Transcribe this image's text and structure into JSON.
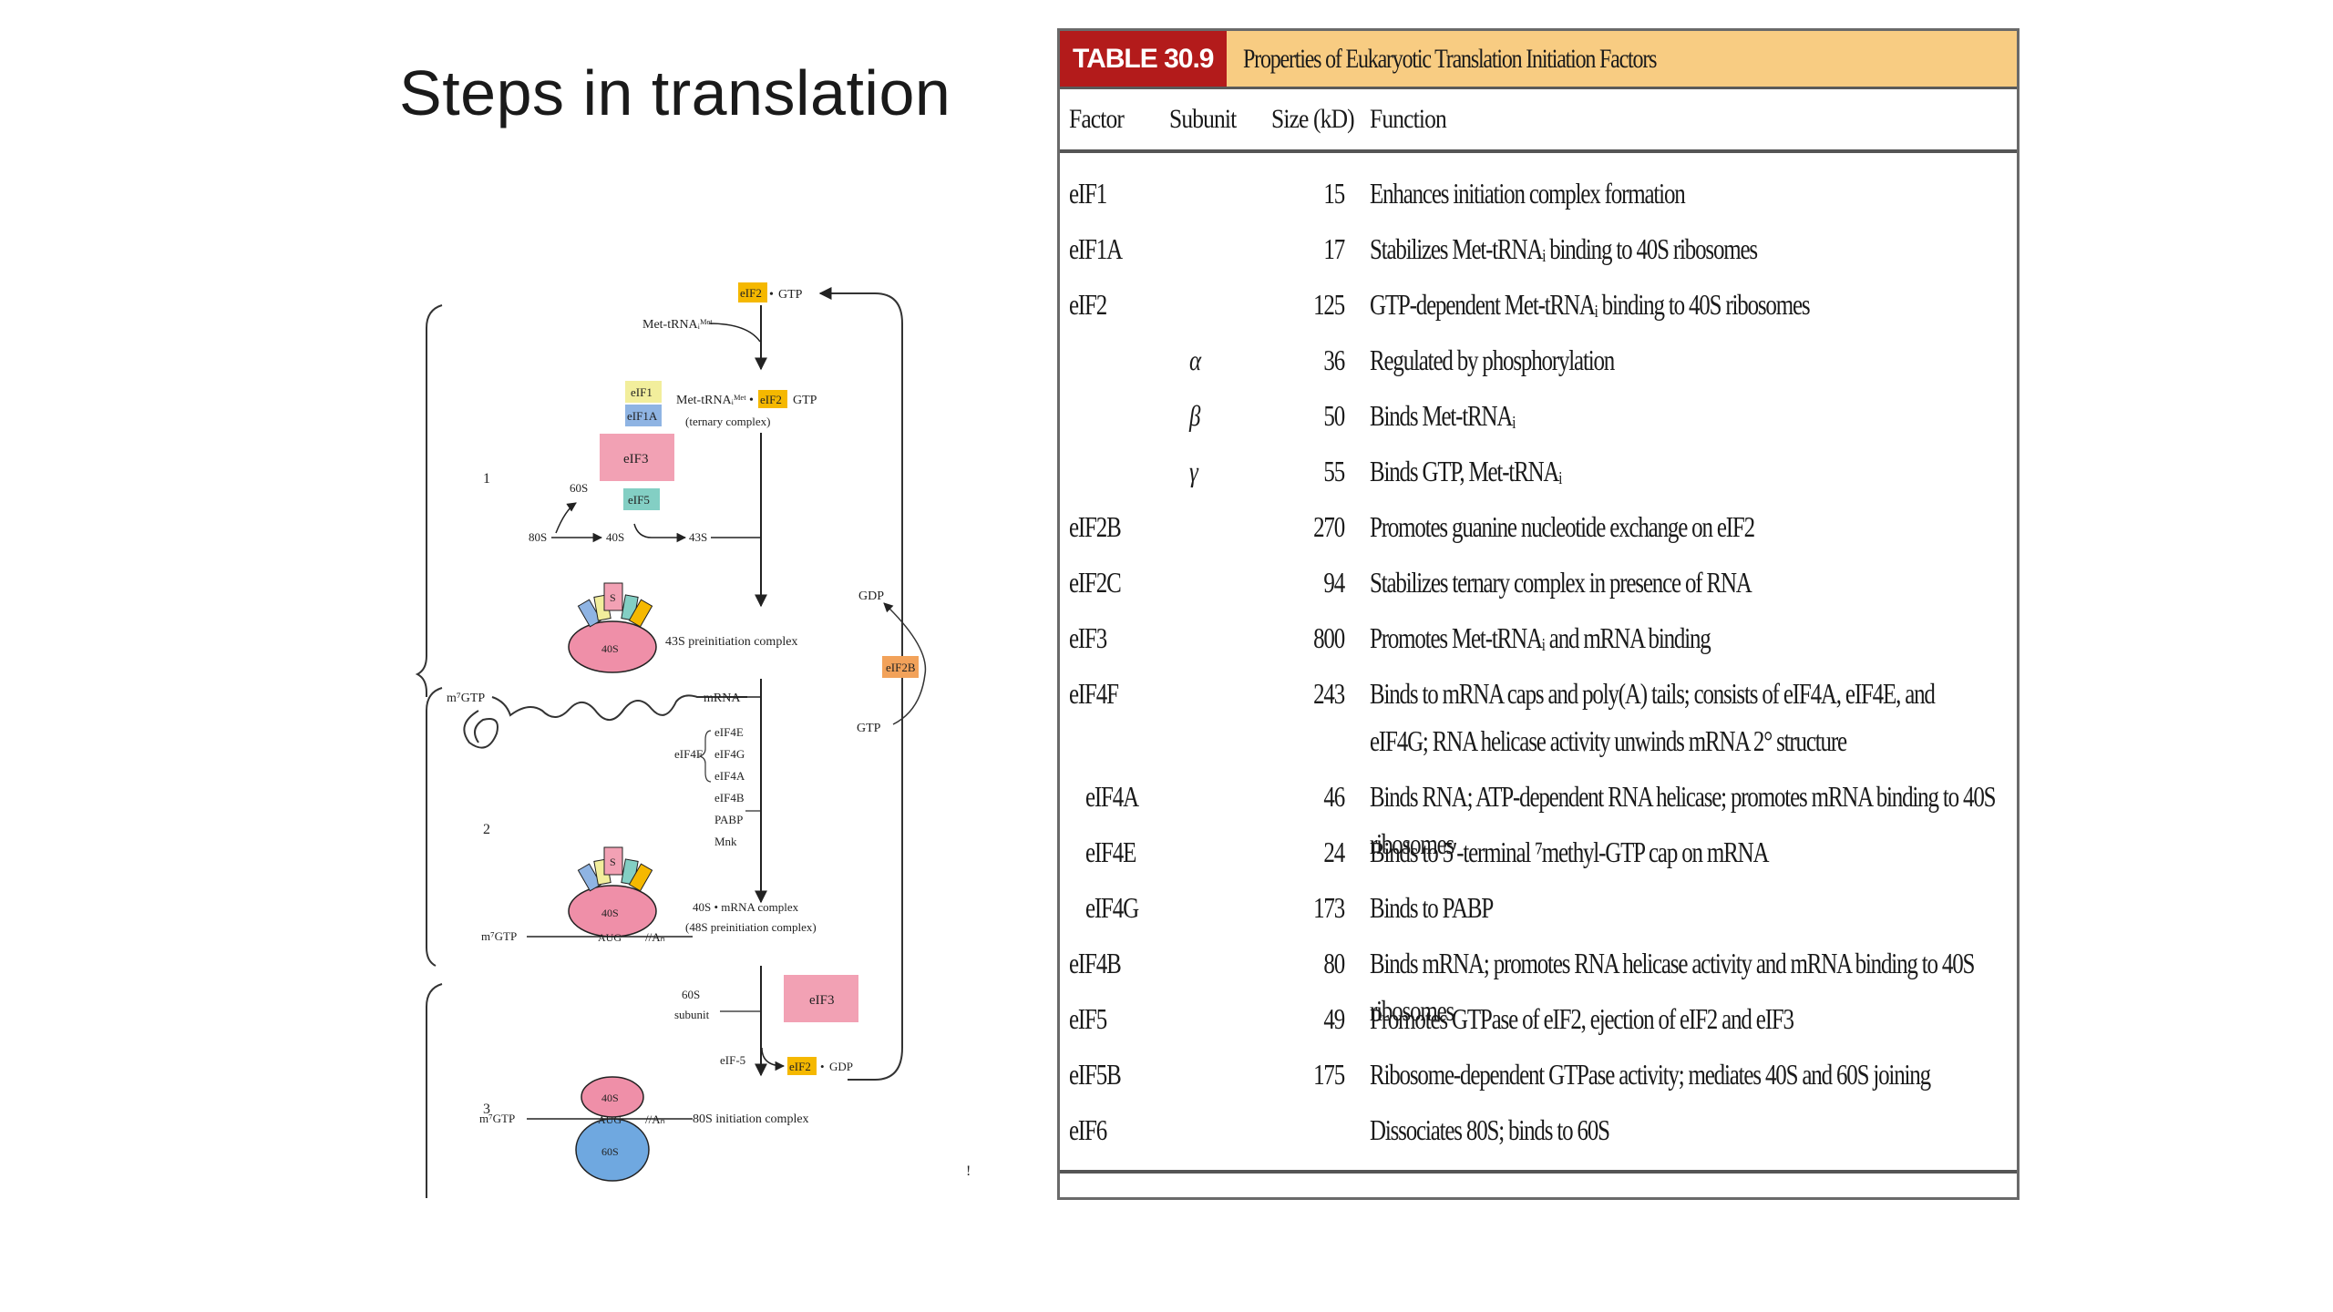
{
  "slide": {
    "title": "Steps in translation"
  },
  "diagram": {
    "labels": {
      "eif2": "eIF2",
      "gtp": "GTP",
      "gdp": "GDP",
      "met_trna": "Met-tRNAᵢᴹᵉᵗ",
      "ternary_met": "Met-tRNAᵢᴹᵉᵗ",
      "ternary_note": "(ternary complex)",
      "eif1": "eIF1",
      "eif1a": "eIF1A",
      "eif3": "eIF3",
      "eif5": "eIF5",
      "eif5_dash": "eIF-5",
      "s60": "60S",
      "s80": "80S",
      "s40": "40S",
      "s43": "43S",
      "preinit_43s": "43S preinitiation complex",
      "cap": "m⁷GTP",
      "mrna": "mRNA",
      "eif4f": "eIF4F",
      "eif4e": "eIF4E",
      "eif4g": "eIF4G",
      "eif4a": "eIF4A",
      "eif4b": "eIF4B",
      "pabp": "PABP",
      "mnk": "Mnk",
      "complex_48s_a": "40S • mRNA complex",
      "complex_48s_b": "(48S preinitiation complex)",
      "aug": "AUG",
      "polya": "//Aₙ",
      "sub60s_a": "60S",
      "sub60s_b": "subunit",
      "complex_80s": "80S initiation complex",
      "eif2b": "eIF2B",
      "step1": "1",
      "step2": "2",
      "step3": "3",
      "s": "S",
      "tick": "!"
    },
    "colors": {
      "eif2": "#f5b800",
      "eif1": "#f2ee9c",
      "eif1a": "#8fb4e3",
      "eif3": "#f2a1b4",
      "eif5": "#83cfc4",
      "eif2b": "#f2a25a",
      "ribosome_40s": "#ef8fa8",
      "ribosome_60s": "#6fa8e0"
    }
  },
  "table": {
    "number": "TABLE 30.9",
    "title": "Properties of Eukaryotic Translation Initiation Factors",
    "headers": {
      "factor": "Factor",
      "subunit": "Subunit",
      "size": "Size (kD)",
      "function": "Function"
    },
    "rows": [
      {
        "factor": "eIF1",
        "subunit": "",
        "size": "15",
        "function": "Enhances initiation complex formation"
      },
      {
        "factor": "eIF1A",
        "subunit": "",
        "size": "17",
        "function": "Stabilizes Met-tRNAᵢ binding to 40S ribosomes"
      },
      {
        "factor": "eIF2",
        "subunit": "",
        "size": "125",
        "function": "GTP-dependent Met-tRNAᵢ binding to 40S ribosomes"
      },
      {
        "factor": "",
        "subunit": "α",
        "size": "36",
        "function": "Regulated by phosphorylation"
      },
      {
        "factor": "",
        "subunit": "β",
        "size": "50",
        "function": "Binds Met-tRNAᵢ"
      },
      {
        "factor": "",
        "subunit": "γ",
        "size": "55",
        "function": "Binds GTP, Met-tRNAᵢ"
      },
      {
        "factor": "eIF2B",
        "subunit": "",
        "size": "270",
        "function": "Promotes guanine nucleotide exchange on eIF2"
      },
      {
        "factor": "eIF2C",
        "subunit": "",
        "size": "94",
        "function": "Stabilizes ternary complex in presence of RNA"
      },
      {
        "factor": "eIF3",
        "subunit": "",
        "size": "800",
        "function": "Promotes Met-tRNAᵢ and mRNA binding"
      },
      {
        "factor": "eIF4F",
        "subunit": "",
        "size": "243",
        "function": "Binds to mRNA caps and poly(A) tails; consists of eIF4A, eIF4E, and eIF4G; RNA helicase activity unwinds mRNA 2° structure"
      },
      {
        "factor": "eIF4A",
        "subunit": "",
        "size": "46",
        "function": "Binds RNA; ATP-dependent RNA helicase; promotes mRNA binding to 40S ribosomes",
        "indent": true
      },
      {
        "factor": "eIF4E",
        "subunit": "",
        "size": "24",
        "function": "Binds to 5′-terminal ⁷methyl-GTP cap on mRNA",
        "indent": true
      },
      {
        "factor": "eIF4G",
        "subunit": "",
        "size": "173",
        "function": "Binds to PABP",
        "indent": true
      },
      {
        "factor": "eIF4B",
        "subunit": "",
        "size": "80",
        "function": "Binds mRNA; promotes RNA helicase activity and mRNA binding to 40S ribosomes"
      },
      {
        "factor": "eIF5",
        "subunit": "",
        "size": "49",
        "function": "Promotes GTPase of eIF2, ejection of eIF2 and eIF3"
      },
      {
        "factor": "eIF5B",
        "subunit": "",
        "size": "175",
        "function": "Ribosome-dependent GTPase activity; mediates 40S and 60S joining"
      },
      {
        "factor": "eIF6",
        "subunit": "",
        "size": "",
        "function": "Dissociates 80S; binds to 60S"
      }
    ]
  }
}
